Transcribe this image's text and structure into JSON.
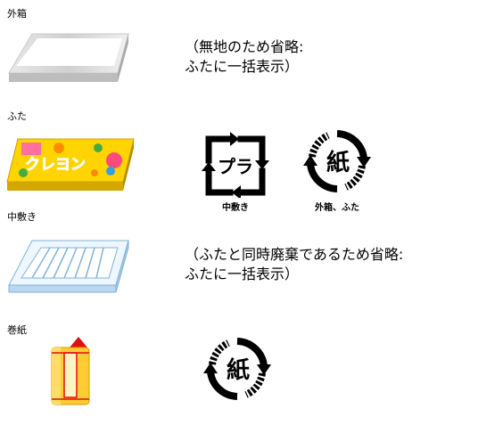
{
  "items": [
    {
      "label": "外箱",
      "note_line1": "（無地のため省略:",
      "note_line2": "ふたに一括表示）"
    },
    {
      "label": "ふた",
      "symbol_caption_1": "中敷き",
      "symbol_caption_2": "外箱、ふた"
    },
    {
      "label": "中敷き",
      "note_line1": "（ふたと同時廃棄であるため省略:",
      "note_line2": "ふたに一括表示）"
    },
    {
      "label": "巻紙"
    }
  ],
  "box_text": "クレヨン",
  "symbols": {
    "pla": "プラ",
    "paper": "紙"
  },
  "icons": [
    "outer-box-image",
    "lid-image",
    "inner-tray-image",
    "wrapper-image",
    "pla-recycle-icon",
    "paper-recycle-icon"
  ]
}
